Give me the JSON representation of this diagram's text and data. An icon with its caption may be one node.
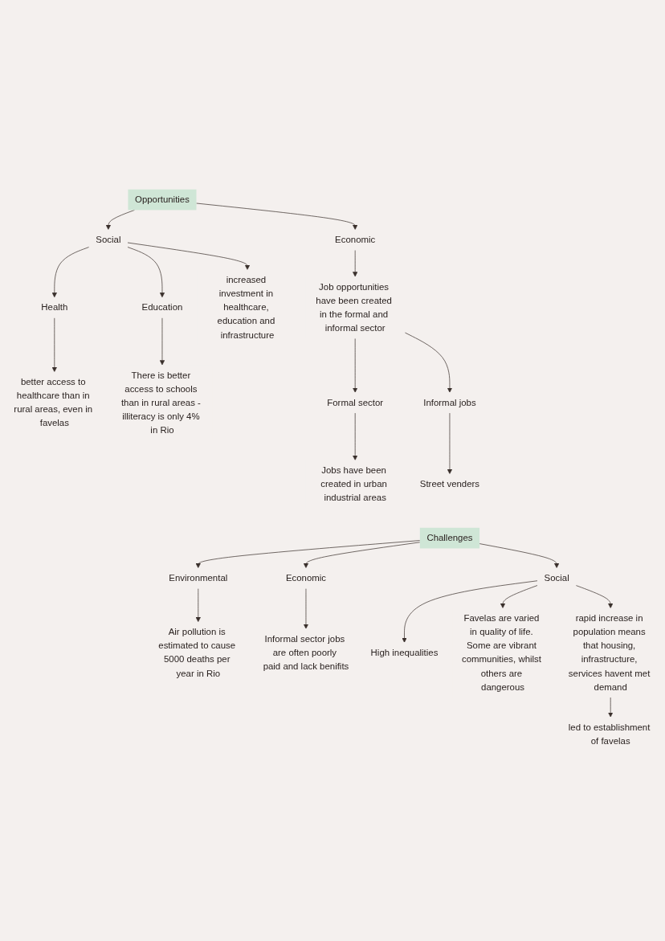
{
  "diagram": {
    "nodes": [
      {
        "text": [
          "better access to healthcare than in rural areas, even in favelas"
        ]
      },
      {
        "text": [
          "There is better access to schools than in rural areas - illiteracy is only 4% in Rio"
        ]
      },
      {
        "text": [
          "Education"
        ]
      },
      {
        "text": [
          "Health"
        ]
      },
      {
        "text": [
          "Social"
        ]
      },
      {
        "text": [
          "Opportunities"
        ]
      },
      {
        "text": [
          "Economic"
        ]
      },
      {
        "text": [
          "increased investment in healthcare, education and infrastructure"
        ]
      },
      {
        "text": [
          "Job opportunities have been created in the formal and informal sector"
        ]
      },
      {
        "text": [
          "Jobs have been created in urban industrial areas"
        ]
      },
      {
        "text": [
          "Formal sector"
        ]
      },
      {
        "text": [
          "Informal jobs"
        ]
      },
      {
        "text": [
          "Street venders"
        ]
      },
      {
        "text": [
          "Air pollution is estimated to cause 5000 deaths per year in Rio"
        ]
      },
      {
        "text": [
          "Informal sector jobs are often poorly paid and lack benifits"
        ]
      },
      {
        "text": [
          "Environmental"
        ]
      },
      {
        "text": [
          "Challenges"
        ]
      },
      {
        "text": [
          "Economic"
        ]
      },
      {
        "text": [
          "High inequalities"
        ]
      },
      {
        "text": [
          "Social"
        ]
      },
      {
        "text": [
          "Favelas are varied in quality of life. Some are vibrant communities, whilst others are dangerous"
        ]
      },
      {
        "text": [
          "rapid increase in population means that housing, infrastructure, services havent met demand"
        ]
      },
      {
        "text": [
          "led to establishment of favelas"
        ]
      }
    ],
    "edges": [
      {
        "from": 2,
        "to": 1,
        "arrow": "to"
      },
      {
        "from": 3,
        "to": 0,
        "arrow": "to"
      },
      {
        "from": 4,
        "to": 2,
        "arrow": "to"
      },
      {
        "from": 4,
        "to": 3,
        "arrow": "to"
      },
      {
        "from": 5,
        "to": 4,
        "arrow": "to"
      },
      {
        "from": 5,
        "to": 6,
        "arrow": "to"
      },
      {
        "from": 4,
        "to": 7,
        "arrow": "to"
      },
      {
        "from": 6,
        "to": 8,
        "arrow": "to"
      },
      {
        "from": 8,
        "to": 10,
        "arrow": "to"
      },
      {
        "from": 10,
        "to": 9,
        "arrow": "to"
      },
      {
        "from": 8,
        "to": 11,
        "arrow": "to"
      },
      {
        "from": 11,
        "to": 12,
        "arrow": "to"
      },
      {
        "from": 16,
        "to": 15,
        "arrow": "to"
      },
      {
        "from": 15,
        "to": 13,
        "arrow": "to"
      },
      {
        "from": 16,
        "to": 17,
        "arrow": "to"
      },
      {
        "from": 17,
        "to": 14,
        "arrow": "to"
      },
      {
        "from": 16,
        "to": 19,
        "arrow": "to"
      },
      {
        "from": 19,
        "to": 18,
        "arrow": "to"
      },
      {
        "from": 19,
        "to": 20,
        "arrow": "to"
      },
      {
        "from": 19,
        "to": 21,
        "arrow": "to"
      },
      {
        "from": 21,
        "to": 22,
        "arrow": "to"
      }
    ]
  }
}
